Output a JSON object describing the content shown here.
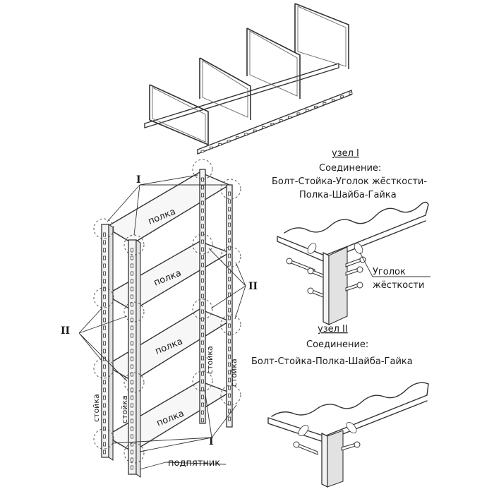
{
  "labels": {
    "shelf": "полка",
    "post": "стойка",
    "foot": "подпятник",
    "node_marker_1": "I",
    "node_marker_2": "II"
  },
  "node_1": {
    "title": "узел I",
    "connection_heading": "Соединение:",
    "connection_line1": "Болт-Стойка-Уголок жёсткости-",
    "connection_line2": "Полка-Шайба-Гайка",
    "callout_line1": "Уголок",
    "callout_line2": "жёсткости"
  },
  "node_2": {
    "title": "узел II",
    "connection_heading": "Соединение:",
    "connection_line1": "Болт-Стойка-Полка-Шайба-Гайка"
  }
}
